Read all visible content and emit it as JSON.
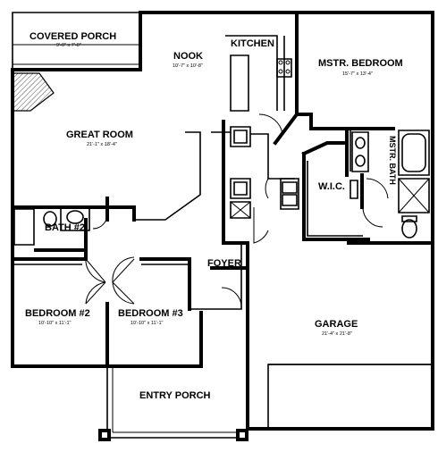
{
  "rooms": {
    "covered_porch": {
      "name": "COVERED PORCH",
      "size": "9'-0\" x 7'-0\""
    },
    "nook": {
      "name": "NOOK",
      "size": "10'-7\" x 10'-8\""
    },
    "kitchen": {
      "name": "KITCHEN"
    },
    "master_bedroom": {
      "name": "MSTR. BEDROOM",
      "size": "15'-7\" x 13'-4\""
    },
    "great_room": {
      "name": "GREAT ROOM",
      "size": "21'-1\" x 18'-4\""
    },
    "wic": {
      "name": "W.I.C."
    },
    "master_bath": {
      "name": "MSTR. BATH"
    },
    "bath2": {
      "name": "BATH #2"
    },
    "foyer": {
      "name": "FOYER"
    },
    "bedroom2": {
      "name": "BEDROOM #2",
      "size": "10'-10\" x 11'-1\""
    },
    "bedroom3": {
      "name": "BEDROOM #3",
      "size": "10'-10\" x 11'-1\""
    },
    "garage": {
      "name": "GARAGE",
      "size": "21'-4\" x 21'-8\""
    },
    "entry_porch": {
      "name": "ENTRY PORCH"
    }
  }
}
